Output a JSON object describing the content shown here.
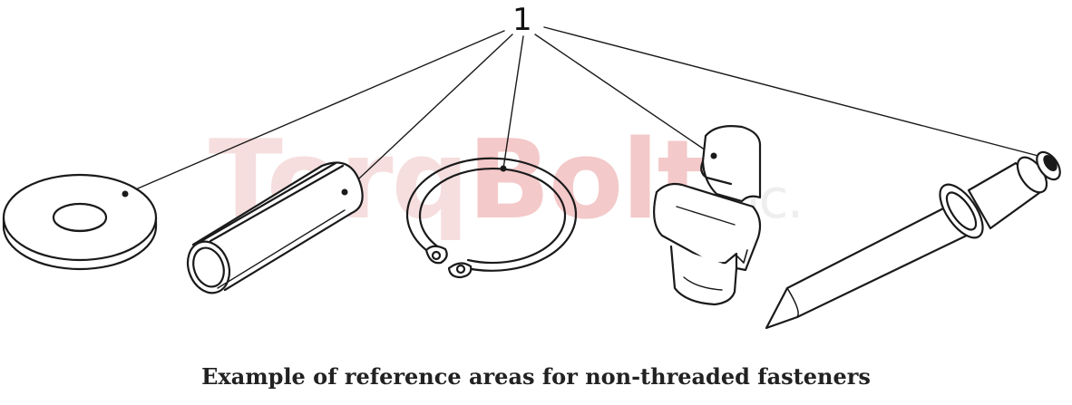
{
  "watermark": {
    "brand_a": "Torq",
    "brand_b": "Bolt",
    "suffix": "inc."
  },
  "callout": {
    "number": "1"
  },
  "parts": [
    "washer",
    "spring-pin",
    "retaining-ring",
    "clip",
    "rivet"
  ],
  "caption": "Example of reference areas for non-threaded fasteners"
}
